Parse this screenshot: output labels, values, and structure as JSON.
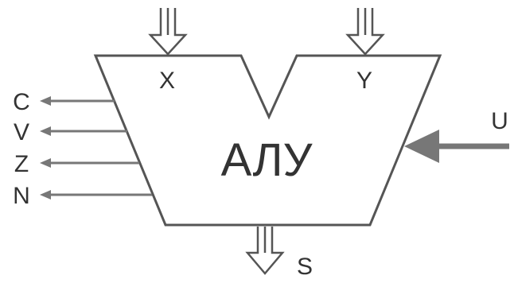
{
  "diagram": {
    "title": "АЛУ",
    "inputs": {
      "left": "X",
      "right": "Y",
      "control": "U"
    },
    "output": "S",
    "flags": [
      "C",
      "V",
      "Z",
      "N"
    ],
    "colors": {
      "stroke": "#555555",
      "text": "#333333",
      "control_arrow": "#777777"
    }
  }
}
